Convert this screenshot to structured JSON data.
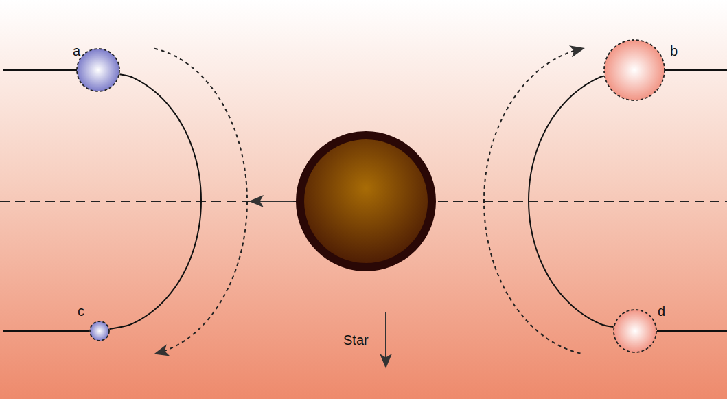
{
  "diagram": {
    "nodes": [
      {
        "text": [
          "a"
        ]
      },
      {
        "text": [
          "b"
        ]
      },
      {
        "text": [
          "c"
        ]
      },
      {
        "text": [
          "d"
        ]
      }
    ],
    "edges": [
      {
        "from": 0,
        "to": 2,
        "arrow": "none"
      },
      {
        "from": 1,
        "to": 3,
        "arrow": "none"
      }
    ],
    "labels": [
      "Star"
    ]
  }
}
